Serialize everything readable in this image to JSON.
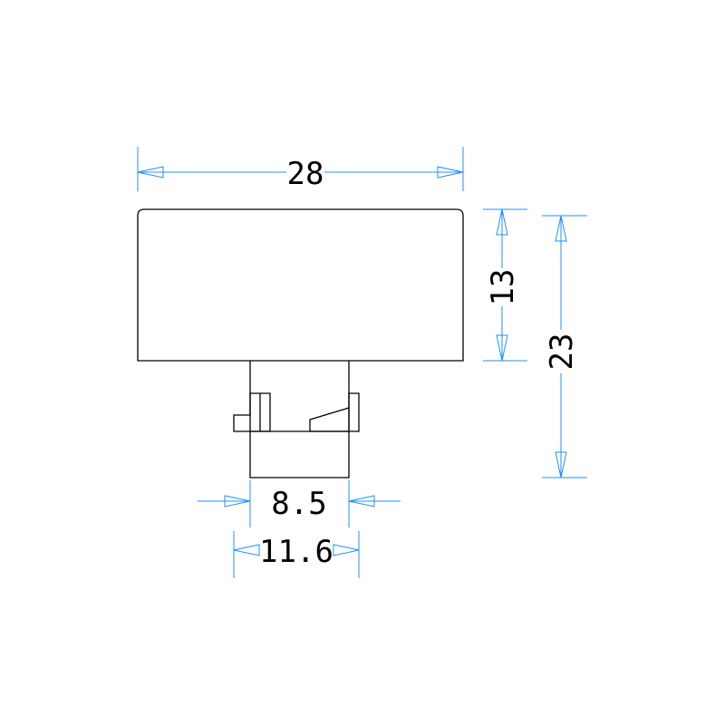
{
  "dimensions": {
    "overall_width": "28",
    "body_height": "13",
    "overall_height": "23",
    "inner_width": "8.5",
    "outer_width": "11.6"
  },
  "colors": {
    "part_outline": "#000000",
    "dimension_lines": "#1e90ff",
    "background": "#ffffff"
  }
}
